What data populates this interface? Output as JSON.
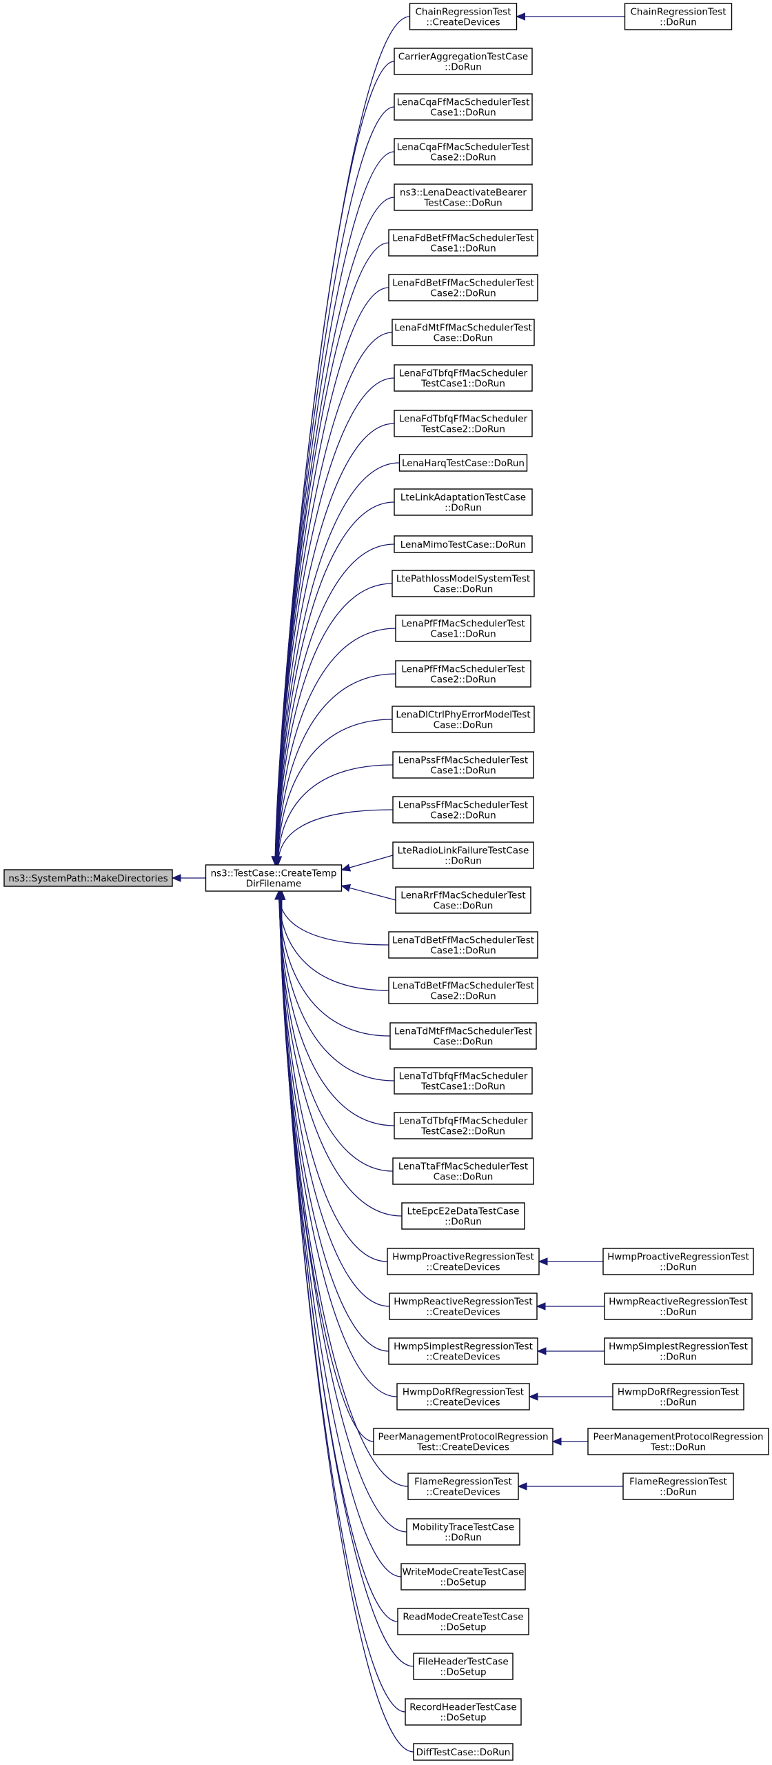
{
  "colors": {
    "edge": "#191970",
    "node_fill": "#ffffff",
    "root_fill": "#bfbfbf",
    "node_stroke": "#000000"
  },
  "graph": {
    "root": {
      "id": "root",
      "lines": [
        "ns3::SystemPath::MakeDirectories"
      ]
    },
    "hub": {
      "id": "hub",
      "lines": [
        "ns3::TestCase::CreateTemp",
        "DirFilename"
      ]
    },
    "callers": [
      {
        "id": "c1",
        "lines": [
          "ChainRegressionTest",
          "::CreateDevices"
        ],
        "caller": {
          "id": "d1",
          "lines": [
            "ChainRegressionTest",
            "::DoRun"
          ]
        }
      },
      {
        "id": "c2",
        "lines": [
          "CarrierAggregationTestCase",
          "::DoRun"
        ]
      },
      {
        "id": "c3",
        "lines": [
          "LenaCqaFfMacSchedulerTest",
          "Case1::DoRun"
        ]
      },
      {
        "id": "c4",
        "lines": [
          "LenaCqaFfMacSchedulerTest",
          "Case2::DoRun"
        ]
      },
      {
        "id": "c5",
        "lines": [
          "ns3::LenaDeactivateBearer",
          "TestCase::DoRun"
        ]
      },
      {
        "id": "c6",
        "lines": [
          "LenaFdBetFfMacSchedulerTest",
          "Case1::DoRun"
        ]
      },
      {
        "id": "c7",
        "lines": [
          "LenaFdBetFfMacSchedulerTest",
          "Case2::DoRun"
        ]
      },
      {
        "id": "c8",
        "lines": [
          "LenaFdMtFfMacSchedulerTest",
          "Case::DoRun"
        ]
      },
      {
        "id": "c9",
        "lines": [
          "LenaFdTbfqFfMacScheduler",
          "TestCase1::DoRun"
        ]
      },
      {
        "id": "c10",
        "lines": [
          "LenaFdTbfqFfMacScheduler",
          "TestCase2::DoRun"
        ]
      },
      {
        "id": "c11",
        "lines": [
          "LenaHarqTestCase::DoRun"
        ]
      },
      {
        "id": "c12",
        "lines": [
          "LteLinkAdaptationTestCase",
          "::DoRun"
        ]
      },
      {
        "id": "c13",
        "lines": [
          "LenaMimoTestCase::DoRun"
        ]
      },
      {
        "id": "c14",
        "lines": [
          "LtePathlossModelSystemTest",
          "Case::DoRun"
        ]
      },
      {
        "id": "c15",
        "lines": [
          "LenaPfFfMacSchedulerTest",
          "Case1::DoRun"
        ]
      },
      {
        "id": "c16",
        "lines": [
          "LenaPfFfMacSchedulerTest",
          "Case2::DoRun"
        ]
      },
      {
        "id": "c17",
        "lines": [
          "LenaDlCtrlPhyErrorModelTest",
          "Case::DoRun"
        ]
      },
      {
        "id": "c18",
        "lines": [
          "LenaPssFfMacSchedulerTest",
          "Case1::DoRun"
        ]
      },
      {
        "id": "c19",
        "lines": [
          "LenaPssFfMacSchedulerTest",
          "Case2::DoRun"
        ]
      },
      {
        "id": "c20",
        "lines": [
          "LteRadioLinkFailureTestCase",
          "::DoRun"
        ]
      },
      {
        "id": "c21",
        "lines": [
          "LenaRrFfMacSchedulerTest",
          "Case::DoRun"
        ]
      },
      {
        "id": "c22",
        "lines": [
          "LenaTdBetFfMacSchedulerTest",
          "Case1::DoRun"
        ]
      },
      {
        "id": "c23",
        "lines": [
          "LenaTdBetFfMacSchedulerTest",
          "Case2::DoRun"
        ]
      },
      {
        "id": "c24",
        "lines": [
          "LenaTdMtFfMacSchedulerTest",
          "Case::DoRun"
        ]
      },
      {
        "id": "c25",
        "lines": [
          "LenaTdTbfqFfMacScheduler",
          "TestCase1::DoRun"
        ]
      },
      {
        "id": "c26",
        "lines": [
          "LenaTdTbfqFfMacScheduler",
          "TestCase2::DoRun"
        ]
      },
      {
        "id": "c27",
        "lines": [
          "LenaTtaFfMacSchedulerTest",
          "Case::DoRun"
        ]
      },
      {
        "id": "c28",
        "lines": [
          "LteEpcE2eDataTestCase",
          "::DoRun"
        ]
      },
      {
        "id": "c29",
        "lines": [
          "HwmpProactiveRegressionTest",
          "::CreateDevices"
        ],
        "caller": {
          "id": "d29",
          "lines": [
            "HwmpProactiveRegressionTest",
            "::DoRun"
          ]
        }
      },
      {
        "id": "c30",
        "lines": [
          "HwmpReactiveRegressionTest",
          "::CreateDevices"
        ],
        "caller": {
          "id": "d30",
          "lines": [
            "HwmpReactiveRegressionTest",
            "::DoRun"
          ]
        }
      },
      {
        "id": "c31",
        "lines": [
          "HwmpSimplestRegressionTest",
          "::CreateDevices"
        ],
        "caller": {
          "id": "d31",
          "lines": [
            "HwmpSimplestRegressionTest",
            "::DoRun"
          ]
        }
      },
      {
        "id": "c32",
        "lines": [
          "HwmpDoRfRegressionTest",
          "::CreateDevices"
        ],
        "caller": {
          "id": "d32",
          "lines": [
            "HwmpDoRfRegressionTest",
            "::DoRun"
          ]
        }
      },
      {
        "id": "c33",
        "lines": [
          "PeerManagementProtocolRegression",
          "Test::CreateDevices"
        ],
        "caller": {
          "id": "d33",
          "lines": [
            "PeerManagementProtocolRegression",
            "Test::DoRun"
          ]
        }
      },
      {
        "id": "c34",
        "lines": [
          "FlameRegressionTest",
          "::CreateDevices"
        ],
        "caller": {
          "id": "d34",
          "lines": [
            "FlameRegressionTest",
            "::DoRun"
          ]
        }
      },
      {
        "id": "c35",
        "lines": [
          "MobilityTraceTestCase",
          "::DoRun"
        ]
      },
      {
        "id": "c36",
        "lines": [
          "WriteModeCreateTestCase",
          "::DoSetup"
        ]
      },
      {
        "id": "c37",
        "lines": [
          "ReadModeCreateTestCase",
          "::DoSetup"
        ]
      },
      {
        "id": "c38",
        "lines": [
          "FileHeaderTestCase",
          "::DoSetup"
        ]
      },
      {
        "id": "c39",
        "lines": [
          "RecordHeaderTestCase",
          "::DoSetup"
        ]
      },
      {
        "id": "c40",
        "lines": [
          "DiffTestCase::DoRun"
        ]
      }
    ]
  }
}
